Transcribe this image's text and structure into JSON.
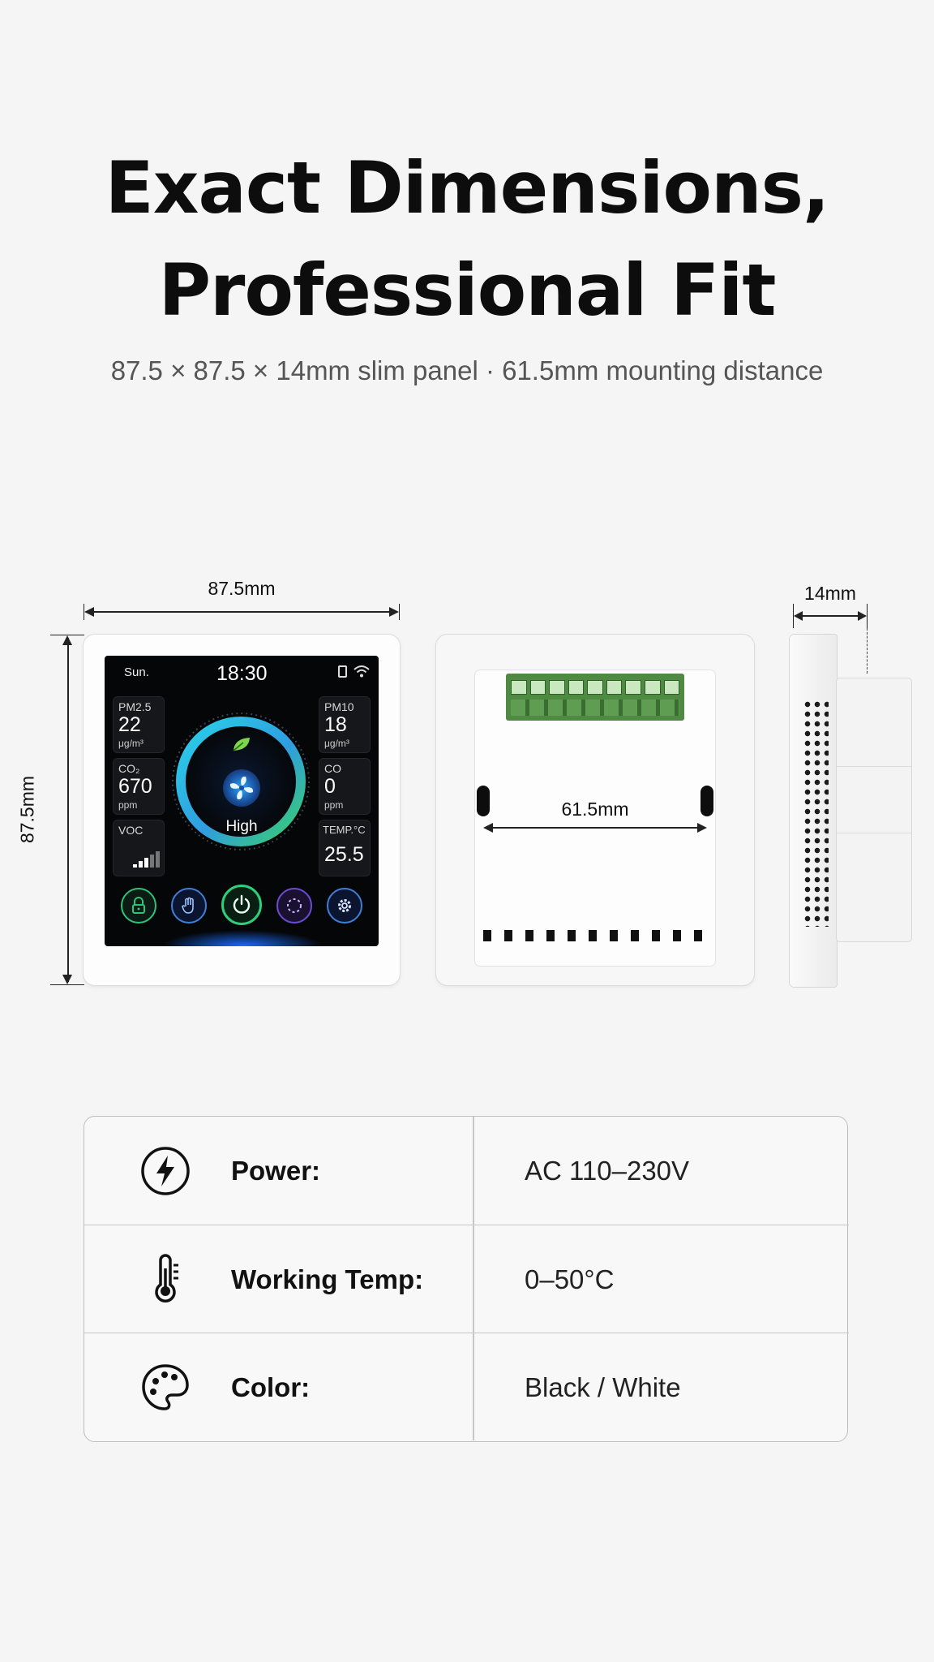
{
  "headline": {
    "line1": "Exact Dimensions,",
    "line2": "Professional Fit"
  },
  "subtitle": "87.5 × 87.5 × 14mm slim panel · 61.5mm mounting distance",
  "dimensions": {
    "front_width": "87.5mm",
    "front_height": "87.5mm",
    "mounting_distance": "61.5mm",
    "depth": "14mm"
  },
  "device_screen": {
    "day": "Sun.",
    "time": "18:30",
    "tiles": {
      "pm25": {
        "label": "PM2.5",
        "value": "22",
        "unit": "μg/m³"
      },
      "pm10": {
        "label": "PM10",
        "value": "18",
        "unit": "μg/m³"
      },
      "co2": {
        "label": "CO₂",
        "value": "670",
        "unit": "ppm"
      },
      "co": {
        "label": "CO",
        "value": "0",
        "unit": "ppm"
      },
      "voc": {
        "label": "VOC"
      },
      "temp": {
        "label": "TEMP.°C",
        "value": "25.5"
      }
    },
    "fan_mode": "High",
    "buttons": [
      "lock-icon",
      "hand-icon",
      "power-icon",
      "fan-speed-icon",
      "gear-icon"
    ]
  },
  "specs": [
    {
      "icon": "lightning-icon",
      "label": "Power:",
      "value": "AC 110–230V"
    },
    {
      "icon": "thermometer-icon",
      "label": "Working Temp:",
      "value": "0–50°C"
    },
    {
      "icon": "palette-icon",
      "label": "Color:",
      "value": "Black / White"
    }
  ],
  "colors": {
    "background": "#f5f5f5",
    "terminal_green": "#5e9a4f",
    "ring_start": "#2bd1e8",
    "ring_end": "#3ad06a",
    "power_button": "#2ecf7a"
  }
}
